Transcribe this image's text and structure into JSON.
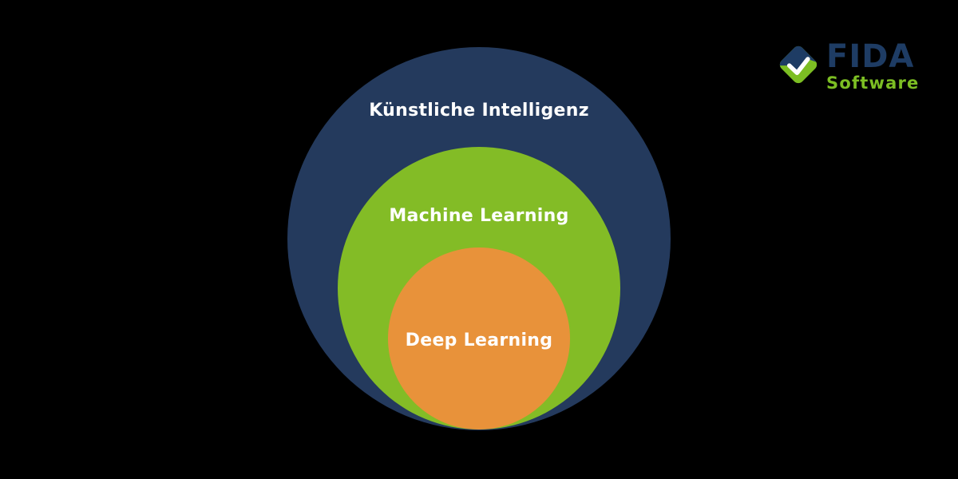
{
  "palette": {
    "background": "#000000",
    "navy": "#243A5D",
    "green": "#83BC26",
    "orange": "#E8923A",
    "label_text": "#FFFFFF",
    "logo_navy": "#1E3C64",
    "logo_green": "#7CBE23"
  },
  "diagram": {
    "type": "nested-circles",
    "rings": [
      {
        "id": "kuenstliche-intelligenz",
        "label": "Künstliche Intelligenz",
        "color": "#243A5D",
        "level": "outer"
      },
      {
        "id": "machine-learning",
        "label": "Machine Learning",
        "color": "#83BC26",
        "level": "middle"
      },
      {
        "id": "deep-learning",
        "label": "Deep Learning",
        "color": "#E8923A",
        "level": "inner"
      }
    ]
  },
  "logo": {
    "wordmark": "FIDA",
    "subtitle": "Software",
    "icon": "diamond-check-icon"
  }
}
